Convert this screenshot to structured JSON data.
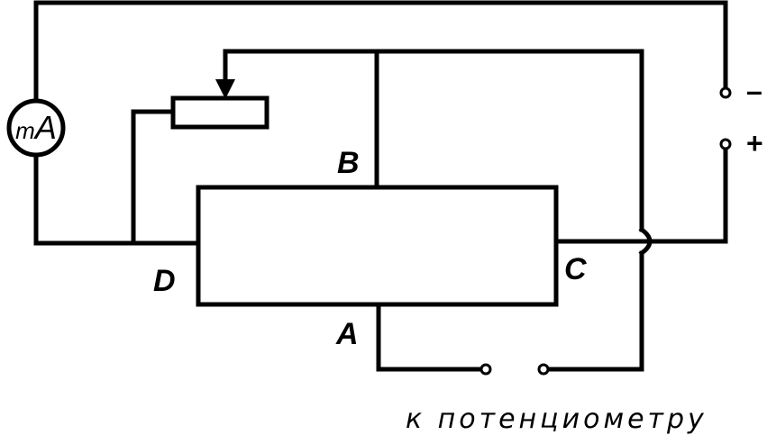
{
  "diagram": {
    "labels": {
      "A": "A",
      "B": "B",
      "C": "C",
      "D": "D"
    },
    "meter": {
      "symbol_m": "m",
      "symbol_A": "A"
    },
    "source": {
      "minus": "–",
      "plus": "+"
    },
    "caption": "к потенциометру"
  }
}
